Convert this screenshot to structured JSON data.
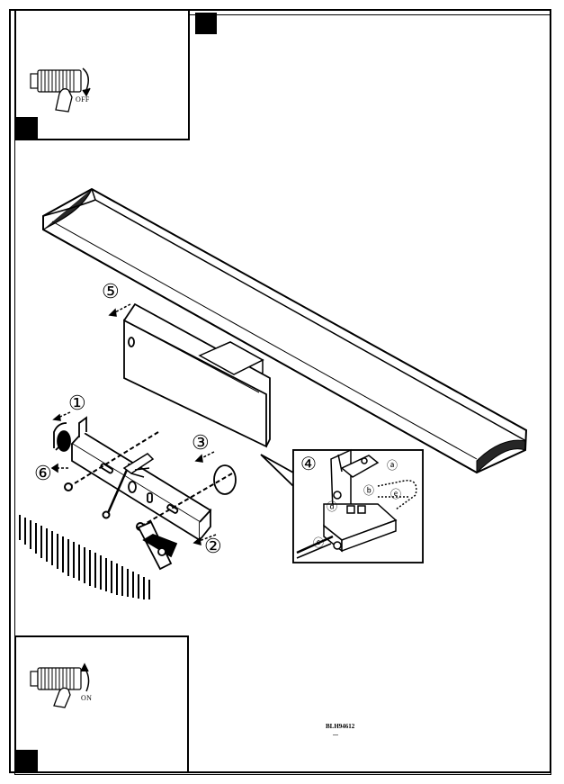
{
  "step_top": {
    "switch_label": "OFF"
  },
  "step_bottom": {
    "switch_label": "ON"
  },
  "callouts": [
    {
      "id": "1",
      "glyph": "①"
    },
    {
      "id": "2",
      "glyph": "②"
    },
    {
      "id": "3",
      "glyph": "③"
    },
    {
      "id": "4",
      "glyph": "④"
    },
    {
      "id": "5",
      "glyph": "⑤"
    },
    {
      "id": "6",
      "glyph": "⑥"
    }
  ],
  "wire_terminals": [
    "ⓐ",
    "ⓑ",
    "ⓒ",
    "ⓓ",
    "ⓔ"
  ],
  "footer": {
    "product_code": "BLH94612"
  },
  "icons": [
    "power-switch-icon",
    "hand-icon",
    "rotation-arrow-icon",
    "screwdriver-icon",
    "wall-icon",
    "screw-icon",
    "dowel-icon"
  ]
}
